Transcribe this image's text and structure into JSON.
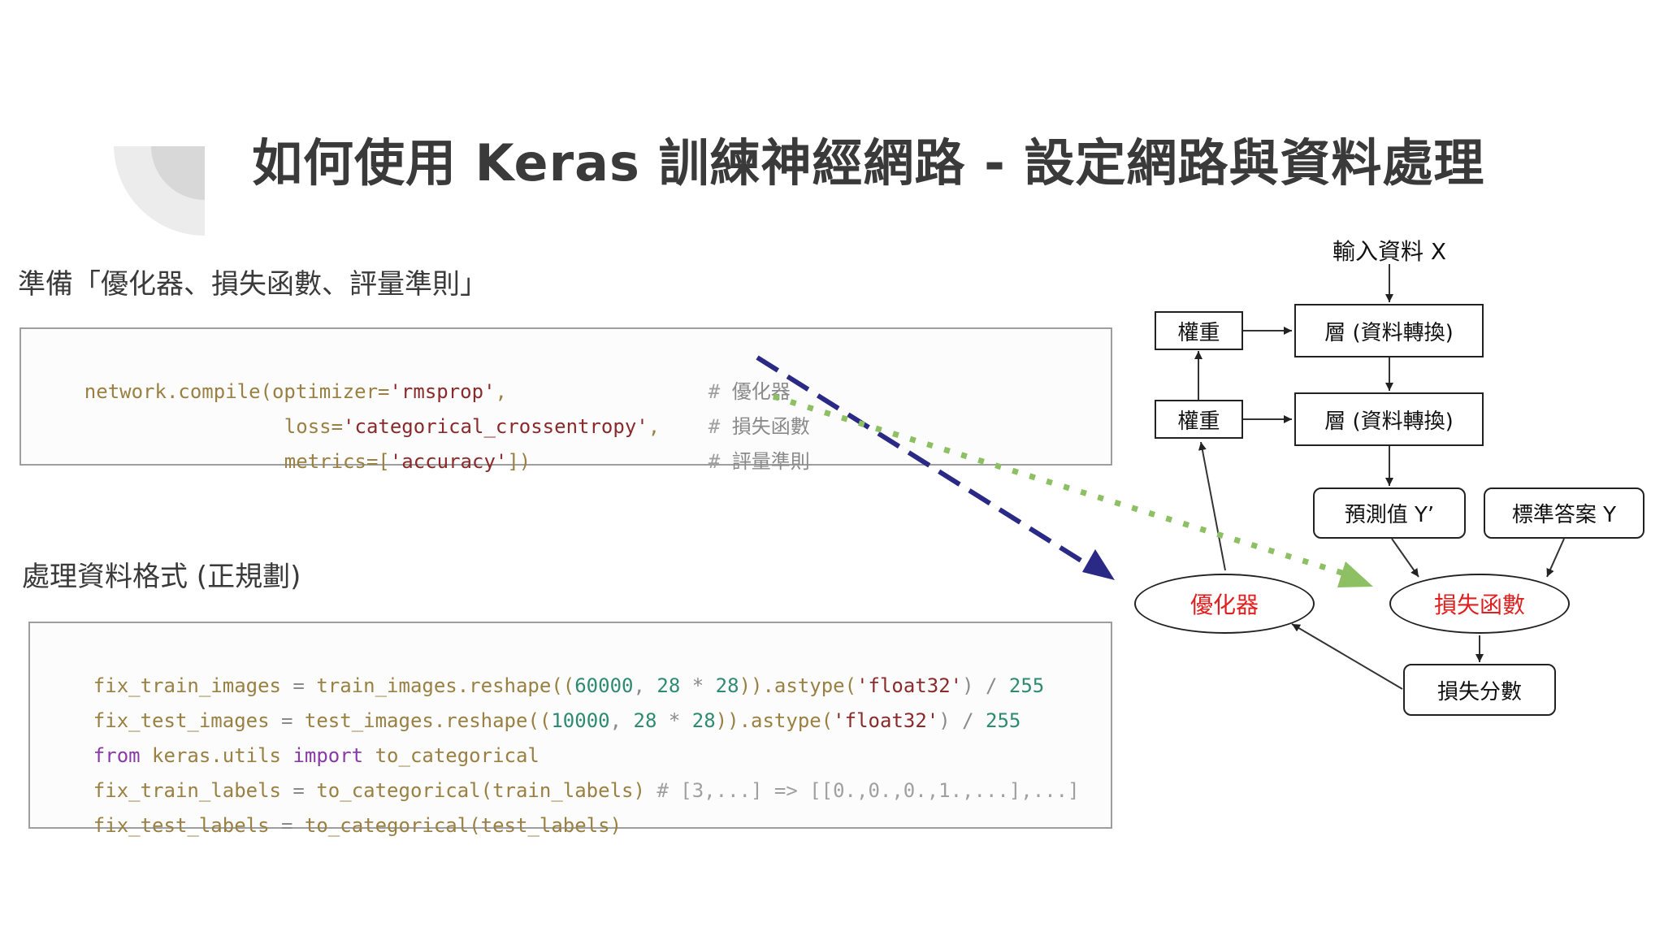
{
  "title": "如何使用 Keras 訓練神經網路 - 設定網路與資料處理",
  "section1": {
    "heading": "準備「優化器、損失函數、評量準則」",
    "code": {
      "line1": {
        "prefix": "network.compile(optimizer=",
        "str": "'rmsprop'",
        "suffix": ",",
        "hash": "#",
        "comment": "優化器"
      },
      "line2": {
        "prefix": "loss=",
        "str": "'categorical_crossentropy'",
        "suffix": ",",
        "hash": "#",
        "comment": "損失函數"
      },
      "line3": {
        "prefix": "metrics=[",
        "str": "'accuracy'",
        "suffix": "])",
        "hash": "#",
        "comment": "評量準則"
      }
    }
  },
  "section2": {
    "heading": "處理資料格式 (正規劃)",
    "code": {
      "line1": {
        "a": "fix_train_images",
        "b": " = ",
        "c": "train_images.reshape((",
        "n1": "60000",
        "d": ", ",
        "n2": "28",
        "e": " * ",
        "n3": "28",
        "f": ")).astype(",
        "s": "'float32'",
        "g": ") / ",
        "n4": "255"
      },
      "line2": {
        "a": "fix_test_images",
        "b": " = ",
        "c": "test_images.reshape((",
        "n1": "10000",
        "d": ", ",
        "n2": "28",
        "e": " * ",
        "n3": "28",
        "f": ")).astype(",
        "s": "'float32'",
        "g": ") / ",
        "n4": "255"
      },
      "line3": {
        "kw1": "from",
        "mod": " keras.utils ",
        "kw2": "import",
        "name": " to_categorical"
      },
      "line4": {
        "a": "fix_train_labels",
        "b": " = ",
        "c": "to_categorical(train_labels)",
        "com": " # [3,...] => [[0.,0.,0.,1.,...],...]"
      },
      "line5": {
        "a": "fix_test_labels",
        "b": " = ",
        "c": "to_categorical(test_labels)"
      }
    }
  },
  "diagram": {
    "input": "輸入資料 X",
    "weight1": "權重",
    "weight2": "權重",
    "layer1": "層 (資料轉換)",
    "layer2": "層 (資料轉換)",
    "prediction": "預測值 Y’",
    "target": "標準答案 Y",
    "optimizer": "優化器",
    "loss_fn": "損失函數",
    "loss_score": "損失分數"
  },
  "colors": {
    "optimizer_arrow": "#2a2a86",
    "loss_arrow": "#8cc063",
    "ellipse_text": "#e02020"
  }
}
